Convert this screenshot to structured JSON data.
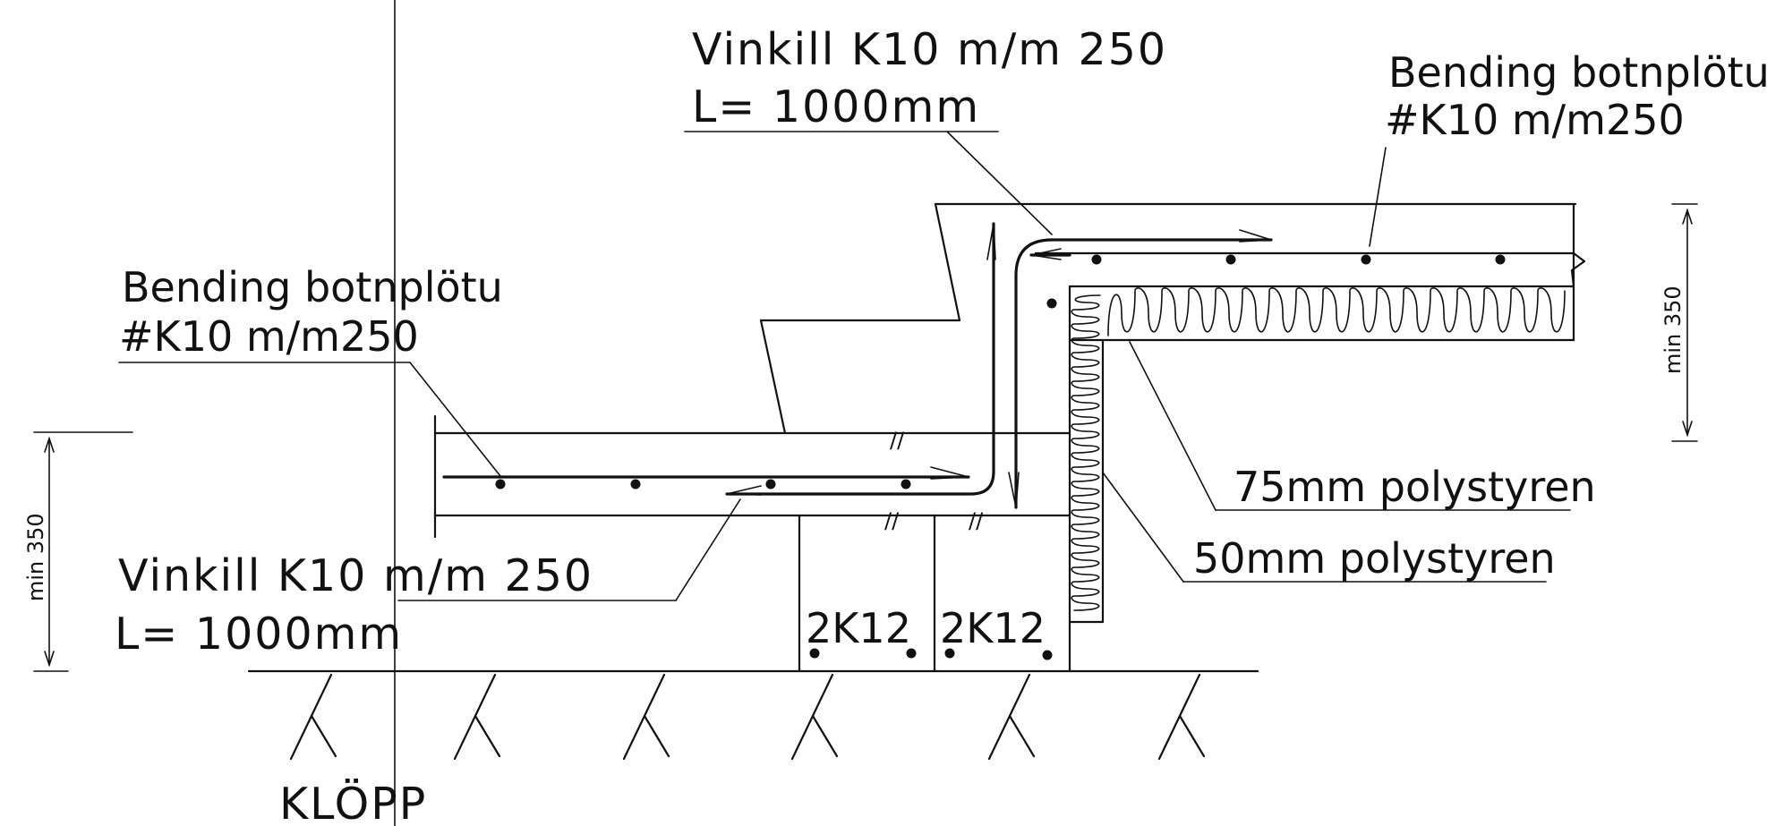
{
  "labels": {
    "upper_angle_bar": "Vinkill K10 m/m 250",
    "upper_angle_length": "L= 1000mm",
    "upper_slab_bend": "Bending botnplötu",
    "upper_slab_spec": "#K10 m/m250",
    "left_slab_bend": "Bending botnplötu",
    "left_slab_spec": "#K10 m/m250",
    "lower_angle_bar": "Vinkill K10 m/m 250",
    "lower_angle_length": "L= 1000mm",
    "insulation_75": "75mm polystyren",
    "insulation_50": "50mm polystyren",
    "beam_bars_left": "2K12",
    "beam_bars_right": "2K12",
    "ground": "KLÖPP",
    "dim_left": "min 350",
    "dim_right": "min 350",
    "break_mark_1": "//",
    "break_mark_2": "//",
    "break_mark_3": "//"
  }
}
